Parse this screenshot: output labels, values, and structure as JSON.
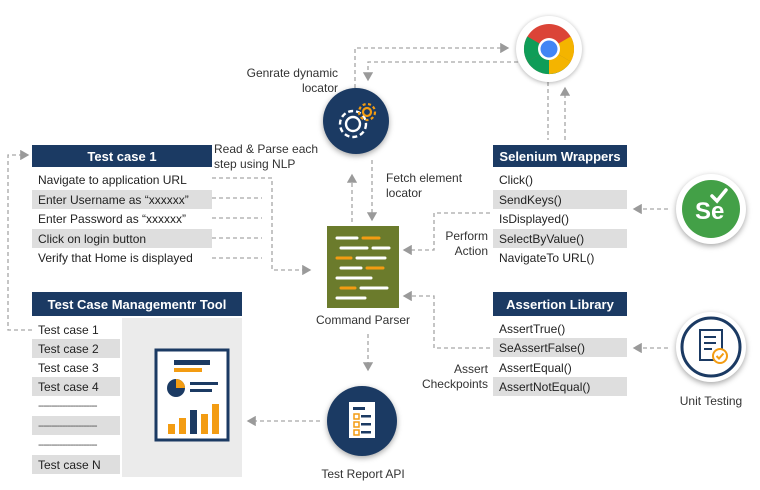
{
  "test_case_panel": {
    "title": "Test case 1",
    "steps": [
      "Navigate to application URL",
      "Enter Username as “xxxxxx”",
      "Enter Password as “xxxxxx”",
      "Click on login button",
      "Verify that Home is displayed"
    ]
  },
  "tcm_panel": {
    "title": "Test Case Managementr Tool",
    "cases": [
      "Test case 1",
      "Test case 2",
      "Test case 3",
      "Test case 4",
      "----------------------",
      "----------------------",
      "----------------------",
      "Test case N"
    ]
  },
  "selenium_panel": {
    "title": "Selenium Wrappers",
    "methods": [
      "Click()",
      "SendKeys()",
      "IsDisplayed()",
      "SelectByValue()",
      "NavigateTo URL()"
    ]
  },
  "assertion_panel": {
    "title": "Assertion Library",
    "methods": [
      "AssertTrue()",
      "SeAssertFalse()",
      "AssertEqual()",
      "AssertNotEqual()"
    ]
  },
  "labels": {
    "generate_locator": "Genrate dynamic\nlocator",
    "read_parse": "Read & Parse each\nstep using NLP",
    "fetch_locator": "Fetch element\nlocator",
    "perform_action": "Perform\nAction",
    "command_parser": "Command Parser",
    "assert_checkpoints": "Assert\nCheckpoints",
    "test_report_api": "Test Report API",
    "unit_testing": "Unit Testing"
  },
  "icons": {
    "gear": "gear-icon",
    "chrome": "chrome-icon",
    "selenium": "selenium-logo",
    "report": "report-icon",
    "unit_testing": "checklist-icon",
    "parser": "parser-document-icon",
    "dashboard": "dashboard-report-icon"
  },
  "colors": {
    "navy": "#1b3a63",
    "row_gray": "#dedede",
    "selenium_green": "#43a047",
    "accent_orange": "#f39c12",
    "parser_green": "#6b7b2c"
  }
}
